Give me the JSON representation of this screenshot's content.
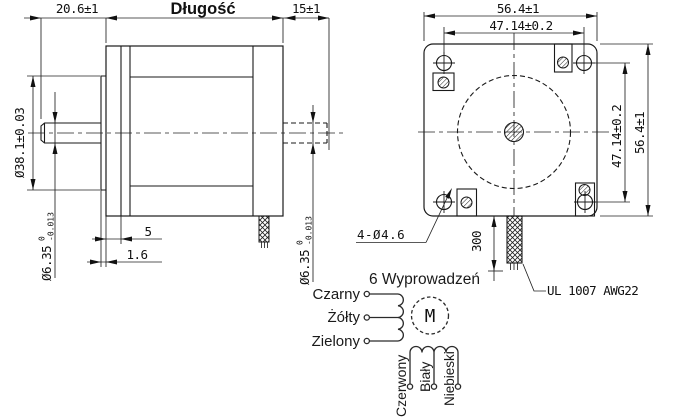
{
  "side_view": {
    "dim_shaft_length": "20.6±1",
    "dim_length": "Długość",
    "dim_rear_shaft_length": "15±1",
    "dim_boss_diameter": "Ø38.1±0.03",
    "front_shaft": {
      "diameter": "Ø6.35",
      "tol_upper": "0",
      "tol_lower": "-0.013"
    },
    "rear_shaft": {
      "diameter": "Ø6.35",
      "tol_upper": "0",
      "tol_lower": "-0.013"
    },
    "dim_flange_thickness": "5",
    "dim_boss_protrusion": "1.6"
  },
  "front_view": {
    "dim_width": "56.4±1",
    "dim_hole_spacing_horizontal": "47.14±0.2",
    "dim_hole_spacing_vertical": "47.14±0.2",
    "dim_height": "56.4±1",
    "mounting_holes": "4-Ø4.6",
    "cable_length": "300",
    "cable_spec": "UL 1007 AWG22"
  },
  "wiring_diagram": {
    "title": "6 Wyprowadzeń",
    "motor_symbol": "M",
    "winding_a_leads": [
      "Czarny",
      "Żółty",
      "Zielony"
    ],
    "winding_b_leads": [
      "Czerwony",
      "Biały",
      "Niebieski"
    ]
  }
}
